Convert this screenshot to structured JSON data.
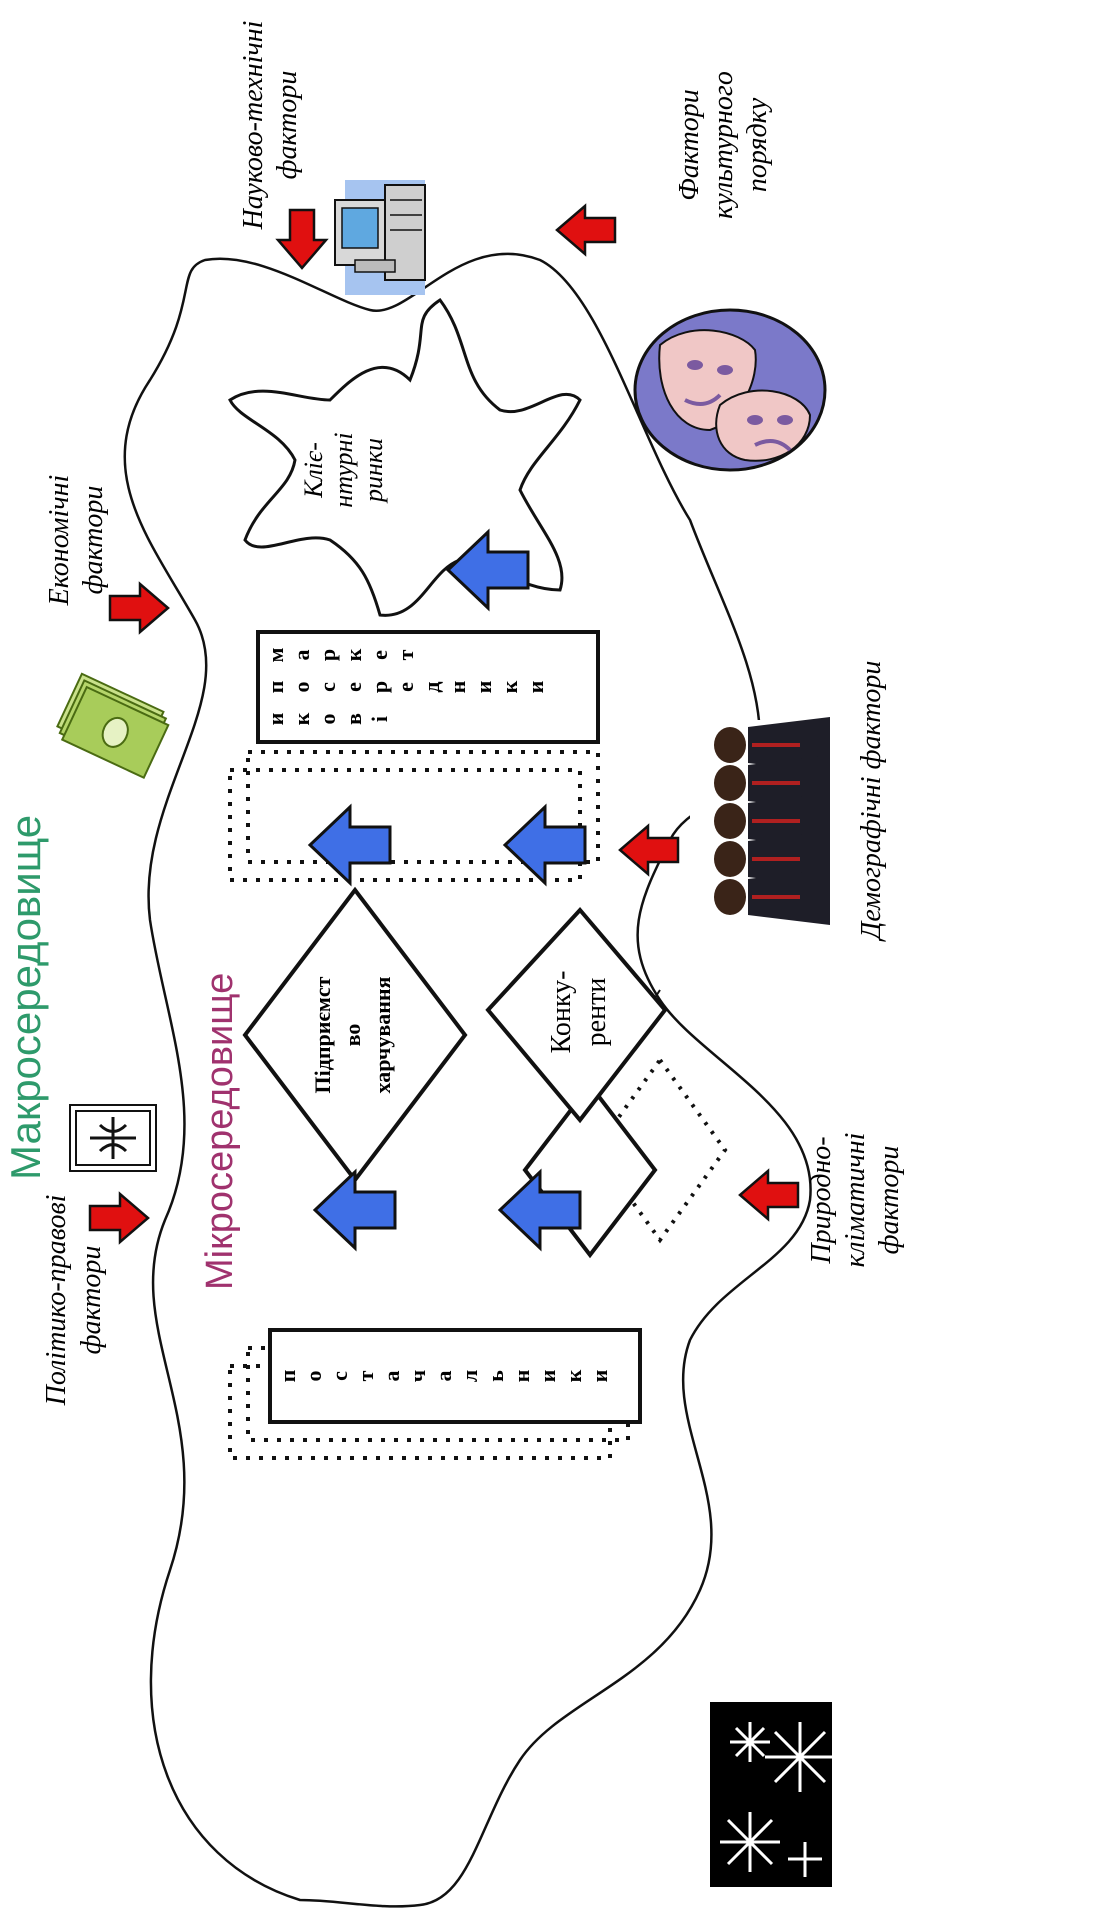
{
  "macro_title": "Макросередовище",
  "micro_title": "Мікросередовище",
  "macro_factors": {
    "political": [
      "Політико-правові",
      "фактори"
    ],
    "economic": [
      "Економічні",
      "фактори"
    ],
    "scientific": [
      "Науково-технічні",
      "фактори"
    ],
    "cultural": [
      "Фактори",
      "культурного",
      "порядку"
    ],
    "demographic": [
      "Демографічні фактори"
    ],
    "natural": [
      "Природно-",
      "кліматичні",
      "фактори"
    ]
  },
  "suppliers_letters": [
    "п",
    "о",
    "с",
    "т",
    "а",
    "ч",
    "а",
    "л",
    "ь",
    "н",
    "и",
    "к",
    "и"
  ],
  "intermediaries_columns": [
    [
      "м",
      "а",
      "р",
      "к",
      "е",
      "т"
    ],
    [
      "п",
      "о",
      "с",
      "е",
      "р",
      "е",
      "д",
      "н",
      "и",
      "к",
      "и"
    ],
    [
      "и",
      "к",
      "о",
      "в",
      "і"
    ]
  ],
  "enterprise": [
    "Підприємст",
    "во",
    "харчування"
  ],
  "competitors": [
    "Конку-",
    "ренти"
  ],
  "client_markets": [
    "Кліє-",
    "нтурні",
    "ринки"
  ],
  "colors": {
    "macro_title": "#2e9a6b",
    "micro_title": "#a0326e",
    "blue_arrow": "#3f6fe6",
    "red_arrow": "#e01010"
  }
}
